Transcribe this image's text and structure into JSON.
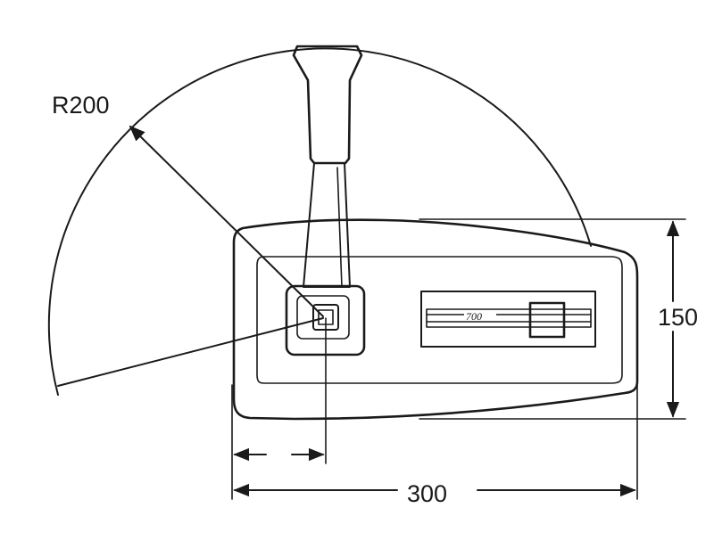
{
  "dimensions": {
    "radius_label": "R200",
    "height_label": "150",
    "width_label": "300"
  },
  "control_unit": {
    "slider_logo": "700"
  }
}
